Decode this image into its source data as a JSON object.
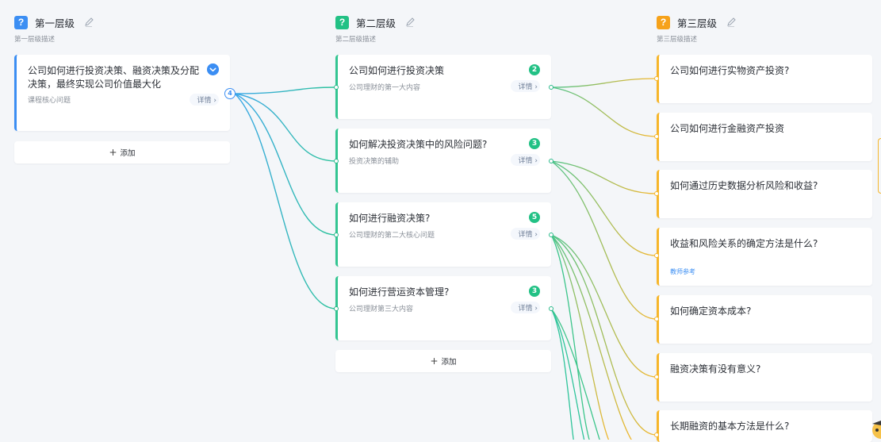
{
  "columns": [
    {
      "icon_label": "?",
      "title": "第一层级",
      "description": "第一层级描述",
      "color": "#3b8ef3"
    },
    {
      "icon_label": "?",
      "title": "第二层级",
      "description": "第二层级描述",
      "color": "#22c185"
    },
    {
      "icon_label": "?",
      "title": "第三层级",
      "description": "第三层级描述",
      "color": "#f6a21a"
    }
  ],
  "level1": {
    "card": {
      "title": "公司如何进行投资决策、融资决策及分配决策，最终实现公司价值最大化",
      "subtitle": "课程核心问题",
      "details": "详情 ›",
      "child_count": "4"
    },
    "add_label": "添加"
  },
  "level2": {
    "cards": [
      {
        "title": "公司如何进行投资决策",
        "subtitle": "公司理财的第一大内容",
        "count": "2",
        "details": "详情 ›"
      },
      {
        "title": "如何解决投资决策中的风险问题?",
        "subtitle": "投资决策的辅助",
        "count": "3",
        "details": "详情 ›"
      },
      {
        "title": "如何进行融资决策?",
        "subtitle": "公司理财的第二大核心问题",
        "count": "5",
        "details": "详情 ›"
      },
      {
        "title": "如何进行营运资本管理?",
        "subtitle": "公司理财第三大内容",
        "count": "3",
        "details": "详情 ›"
      }
    ],
    "add_label": "添加"
  },
  "level3": {
    "cards": [
      {
        "title": "公司如何进行实物资产投资?",
        "ref": ""
      },
      {
        "title": "公司如何进行金融资产投资",
        "ref": ""
      },
      {
        "title": "如何通过历史数据分析风险和收益?",
        "ref": ""
      },
      {
        "title": "收益和风险关系的确定方法是什么?",
        "ref": "教师参考"
      },
      {
        "title": "如何确定资本成本?",
        "ref": ""
      },
      {
        "title": "融资决策有没有意义?",
        "ref": ""
      },
      {
        "title": "长期融资的基本方法是什么?",
        "ref": ""
      }
    ]
  },
  "colors": {
    "level1": "#3b8ef3",
    "level2": "#22c185",
    "level3": "#f6b62a",
    "background": "#f4f6f9"
  }
}
